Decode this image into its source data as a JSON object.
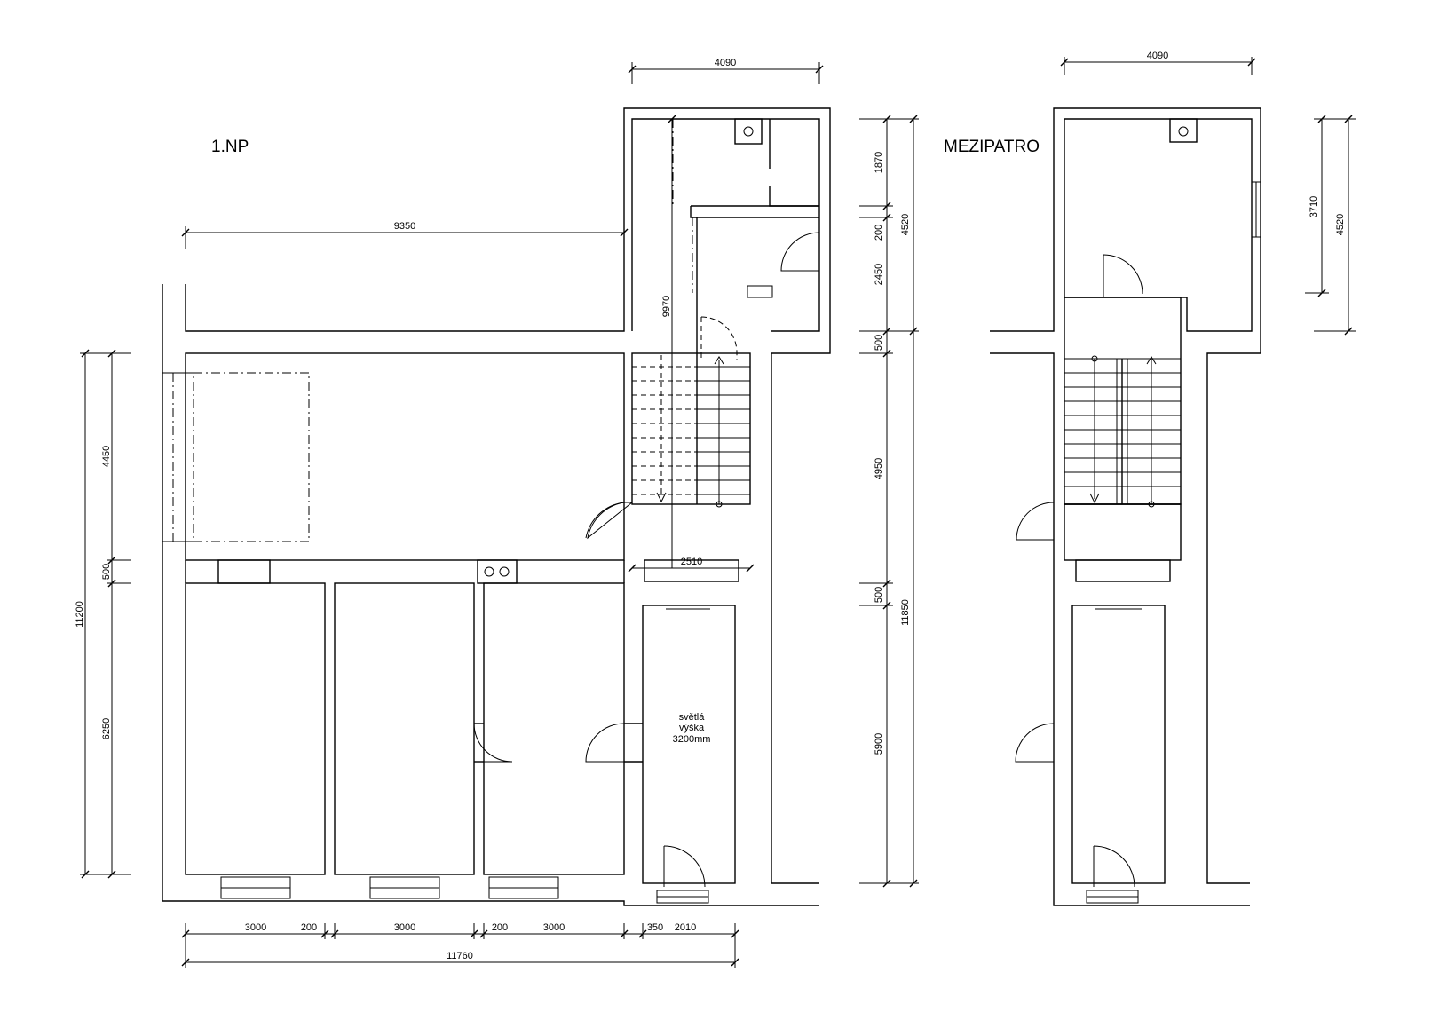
{
  "titles": {
    "ground_floor": "1.NP",
    "mezzanine": "MEZIPATRO"
  },
  "note": {
    "line1": "světlá",
    "line2": "výška",
    "line3": "3200mm"
  },
  "dimensions": {
    "top_width_left": "4090",
    "top_width_right": "4090",
    "corridor_length": "9350",
    "stair_length": "9970",
    "stair_width": "2510",
    "left_total": "11200",
    "left_upper": "4450",
    "left_wall": "500",
    "left_lower": "6250",
    "right_1870": "1870",
    "right_200": "200",
    "right_2450": "2450",
    "right_500a": "500",
    "right_4950": "4950",
    "right_500b": "500",
    "right_5900": "5900",
    "right_total_4520": "4520",
    "right_total_11850": "11850",
    "mezz_3710": "3710",
    "mezz_4520": "4520",
    "bottom_3000a": "3000",
    "bottom_200a": "200",
    "bottom_3000b": "3000",
    "bottom_200b": "200",
    "bottom_3000c": "3000",
    "bottom_350": "350",
    "bottom_2010": "2010",
    "bottom_total": "11760"
  }
}
